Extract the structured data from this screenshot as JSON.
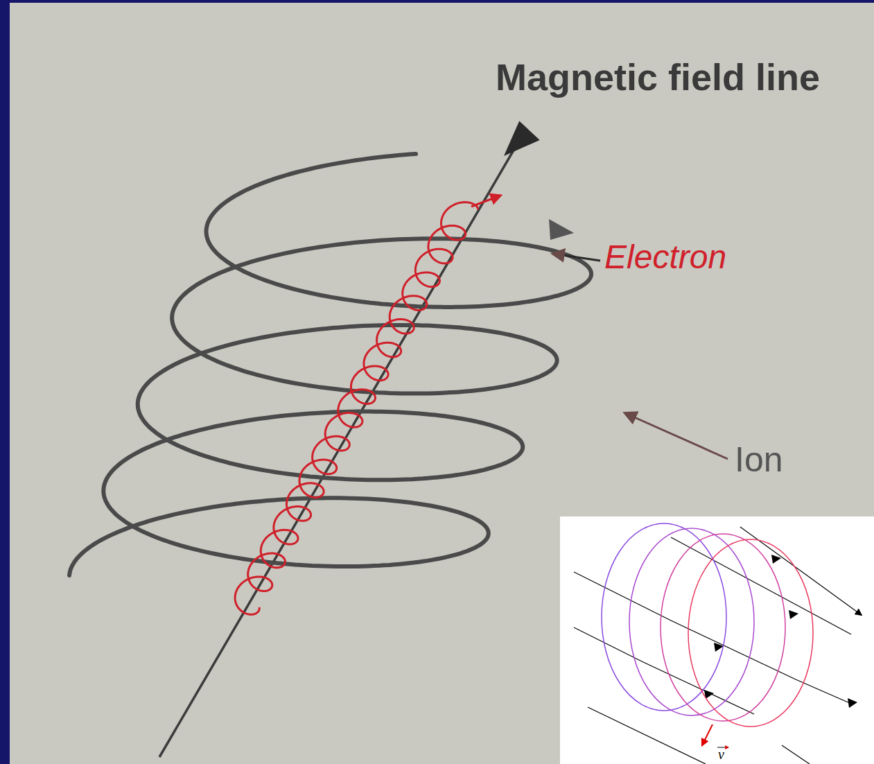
{
  "diagram": {
    "labels": [
      "Magnetic field line",
      "Electron",
      "Ion",
      "v"
    ]
  }
}
